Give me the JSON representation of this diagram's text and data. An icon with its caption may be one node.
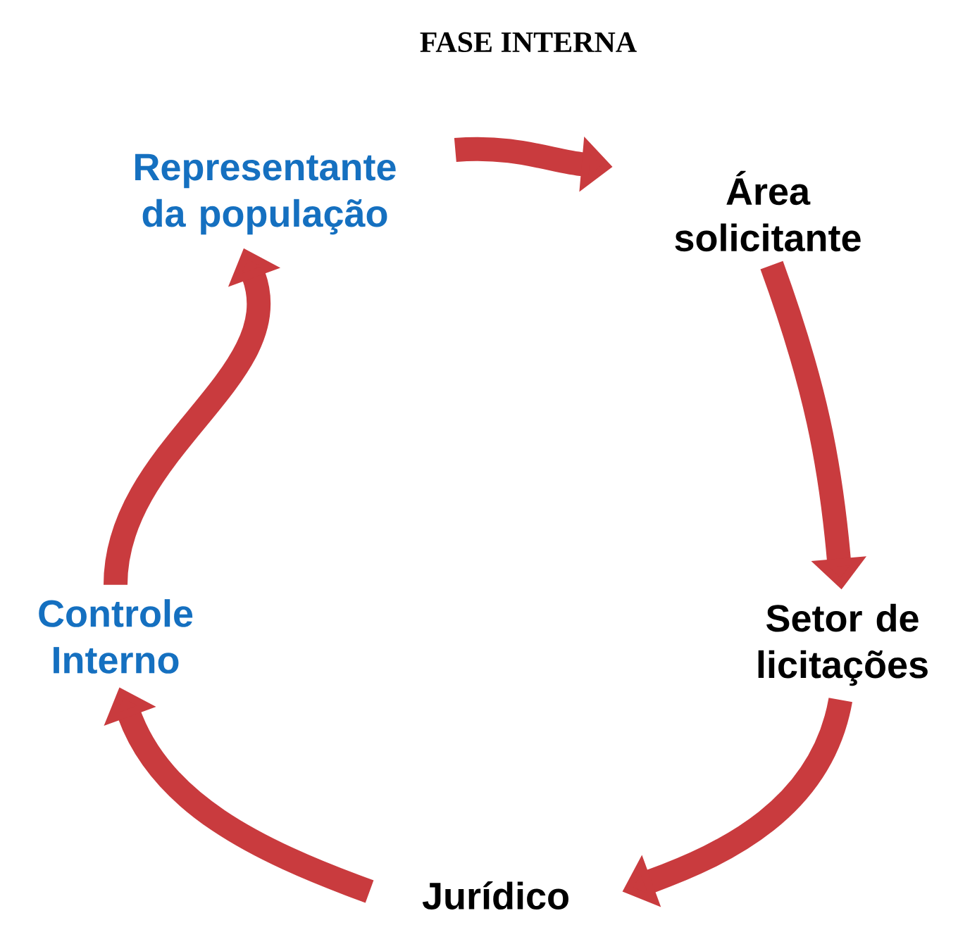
{
  "diagram": {
    "title": "FASE INTERNA",
    "nodes": [
      {
        "text": [
          "Representante da população"
        ]
      },
      {
        "text": [
          "Área solicitante"
        ]
      },
      {
        "text": [
          "Setor de licitações"
        ]
      },
      {
        "text": [
          "Jurídico"
        ]
      },
      {
        "text": [
          "Controle Interno"
        ]
      }
    ],
    "edges": [
      {
        "from": 0,
        "to": 1,
        "arrow": "to"
      },
      {
        "from": 1,
        "to": 2,
        "arrow": "to"
      },
      {
        "from": 2,
        "to": 3,
        "arrow": "to"
      },
      {
        "from": 3,
        "to": 4,
        "arrow": "to"
      },
      {
        "from": 4,
        "to": 0,
        "arrow": "to"
      }
    ]
  }
}
